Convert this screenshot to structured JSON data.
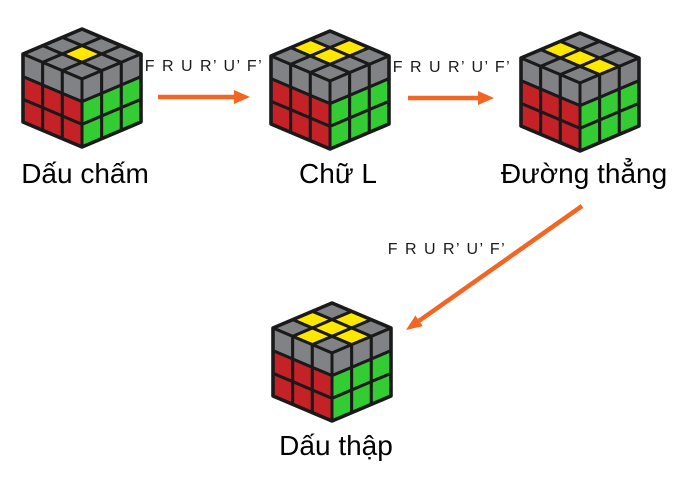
{
  "colors": {
    "yellow": "#FFE800",
    "gray": "#808285",
    "red": "#C52228",
    "green": "#33CC33",
    "outline": "#1A1A1A",
    "arrow": "#F26522",
    "text": "#000000",
    "background": "#FFFFFF"
  },
  "algorithm": "F R U R’ U’ F’",
  "cubes": [
    {
      "id": "dot",
      "label": "Dấu chấm",
      "top": [
        [
          "gray",
          "gray",
          "gray"
        ],
        [
          "gray",
          "yellow",
          "gray"
        ],
        [
          "gray",
          "gray",
          "gray"
        ]
      ],
      "left": [
        [
          "gray",
          "gray",
          "gray"
        ],
        [
          "red",
          "red",
          "red"
        ],
        [
          "red",
          "red",
          "red"
        ]
      ],
      "right": [
        [
          "gray",
          "gray",
          "gray"
        ],
        [
          "green",
          "green",
          "green"
        ],
        [
          "green",
          "green",
          "green"
        ]
      ]
    },
    {
      "id": "l-shape",
      "label": "Chữ L",
      "top": [
        [
          "gray",
          "yellow",
          "gray"
        ],
        [
          "yellow",
          "yellow",
          "gray"
        ],
        [
          "gray",
          "gray",
          "gray"
        ]
      ],
      "left": [
        [
          "gray",
          "gray",
          "gray"
        ],
        [
          "red",
          "red",
          "red"
        ],
        [
          "red",
          "red",
          "red"
        ]
      ],
      "right": [
        [
          "gray",
          "gray",
          "gray"
        ],
        [
          "green",
          "green",
          "green"
        ],
        [
          "green",
          "green",
          "green"
        ]
      ]
    },
    {
      "id": "line",
      "label": "Đường thẳng",
      "top": [
        [
          "gray",
          "yellow",
          "gray"
        ],
        [
          "gray",
          "yellow",
          "gray"
        ],
        [
          "gray",
          "yellow",
          "gray"
        ]
      ],
      "left": [
        [
          "gray",
          "gray",
          "gray"
        ],
        [
          "red",
          "red",
          "red"
        ],
        [
          "red",
          "red",
          "red"
        ]
      ],
      "right": [
        [
          "gray",
          "gray",
          "gray"
        ],
        [
          "green",
          "green",
          "green"
        ],
        [
          "green",
          "green",
          "green"
        ]
      ]
    },
    {
      "id": "cross",
      "label": "Dấu thập",
      "top": [
        [
          "gray",
          "yellow",
          "gray"
        ],
        [
          "yellow",
          "yellow",
          "yellow"
        ],
        [
          "gray",
          "yellow",
          "gray"
        ]
      ],
      "left": [
        [
          "gray",
          "gray",
          "gray"
        ],
        [
          "red",
          "red",
          "red"
        ],
        [
          "red",
          "red",
          "red"
        ]
      ],
      "right": [
        [
          "gray",
          "gray",
          "gray"
        ],
        [
          "green",
          "green",
          "green"
        ],
        [
          "green",
          "green",
          "green"
        ]
      ]
    }
  ],
  "arrows": [
    {
      "label": "F R U R’ U’ F’",
      "direction": "right"
    },
    {
      "label": "F R U R’ U’ F’",
      "direction": "right"
    },
    {
      "label": "F R U R’ U’ F’",
      "direction": "down-left"
    }
  ]
}
